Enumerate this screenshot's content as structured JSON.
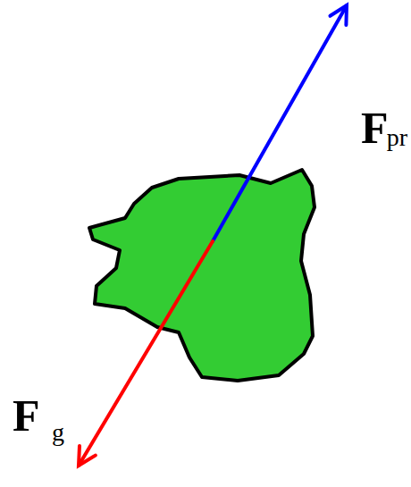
{
  "diagram": {
    "labels": [
      "F",
      "pr",
      "F",
      "g"
    ]
  }
}
